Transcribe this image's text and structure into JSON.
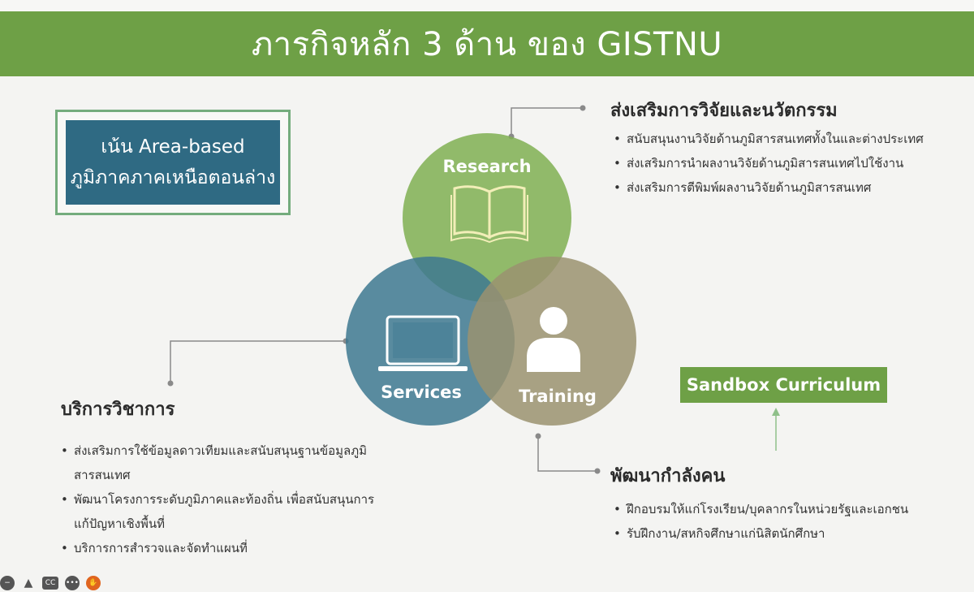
{
  "title": "ภารกิจหลัก 3 ด้าน ของ GISTNU",
  "area_box": {
    "line1": "เน้น Area-based",
    "line2": "ภูมิภาคภาคเหนือตอนล่าง"
  },
  "circles": {
    "research": "Research",
    "services": "Services",
    "training": "Training"
  },
  "research_section": {
    "title": "ส่งเสริมการวิจัยและนวัตกรรม",
    "items": [
      "สนับสนุนงานวิจัยด้านภูมิสารสนเทศทั้งในและต่างประเทศ",
      "ส่งเสริมการนำผลงานวิจัยด้านภูมิสารสนเทศไปใช้งาน",
      "ส่งเสริมการตีพิมพ์ผลงานวิจัยด้านภูมิสารสนเทศ"
    ]
  },
  "services_section": {
    "title": "บริการวิชาการ",
    "items": [
      "ส่งเสริมการใช้ข้อมูลดาวเทียมและสนับสนุนฐานข้อมูลภูมิ",
      "สารสนเทศ",
      "พัฒนาโครงการระดับภูมิภาคและท้องถิ่น เพื่อสนับสนุนการ",
      "แก้ปัญหาเชิงพื้นที่",
      "บริการการสำรวจและจัดทำแผนที่"
    ]
  },
  "training_section": {
    "title": "พัฒนากำลังคน",
    "items": [
      "ฝึกอบรมให้แก่โรงเรียน/บุคลากรในหน่วยรัฐและเอกชน",
      "รับฝึกงาน/สหกิจศึกษาแก่นิสิตนักศึกษา"
    ]
  },
  "sandbox_label": "Sandbox Curriculum",
  "toolbar": {
    "cc_label": "CC",
    "icons": [
      "minus-circle-icon",
      "person-icon",
      "cc-icon",
      "more-icon",
      "hand-icon"
    ]
  },
  "colors": {
    "header_green": "#6ea046",
    "research_green": "#7faf52",
    "services_blue": "#3d7891",
    "training_taupe": "#9a9270",
    "area_box_blue": "#2f6a83"
  }
}
